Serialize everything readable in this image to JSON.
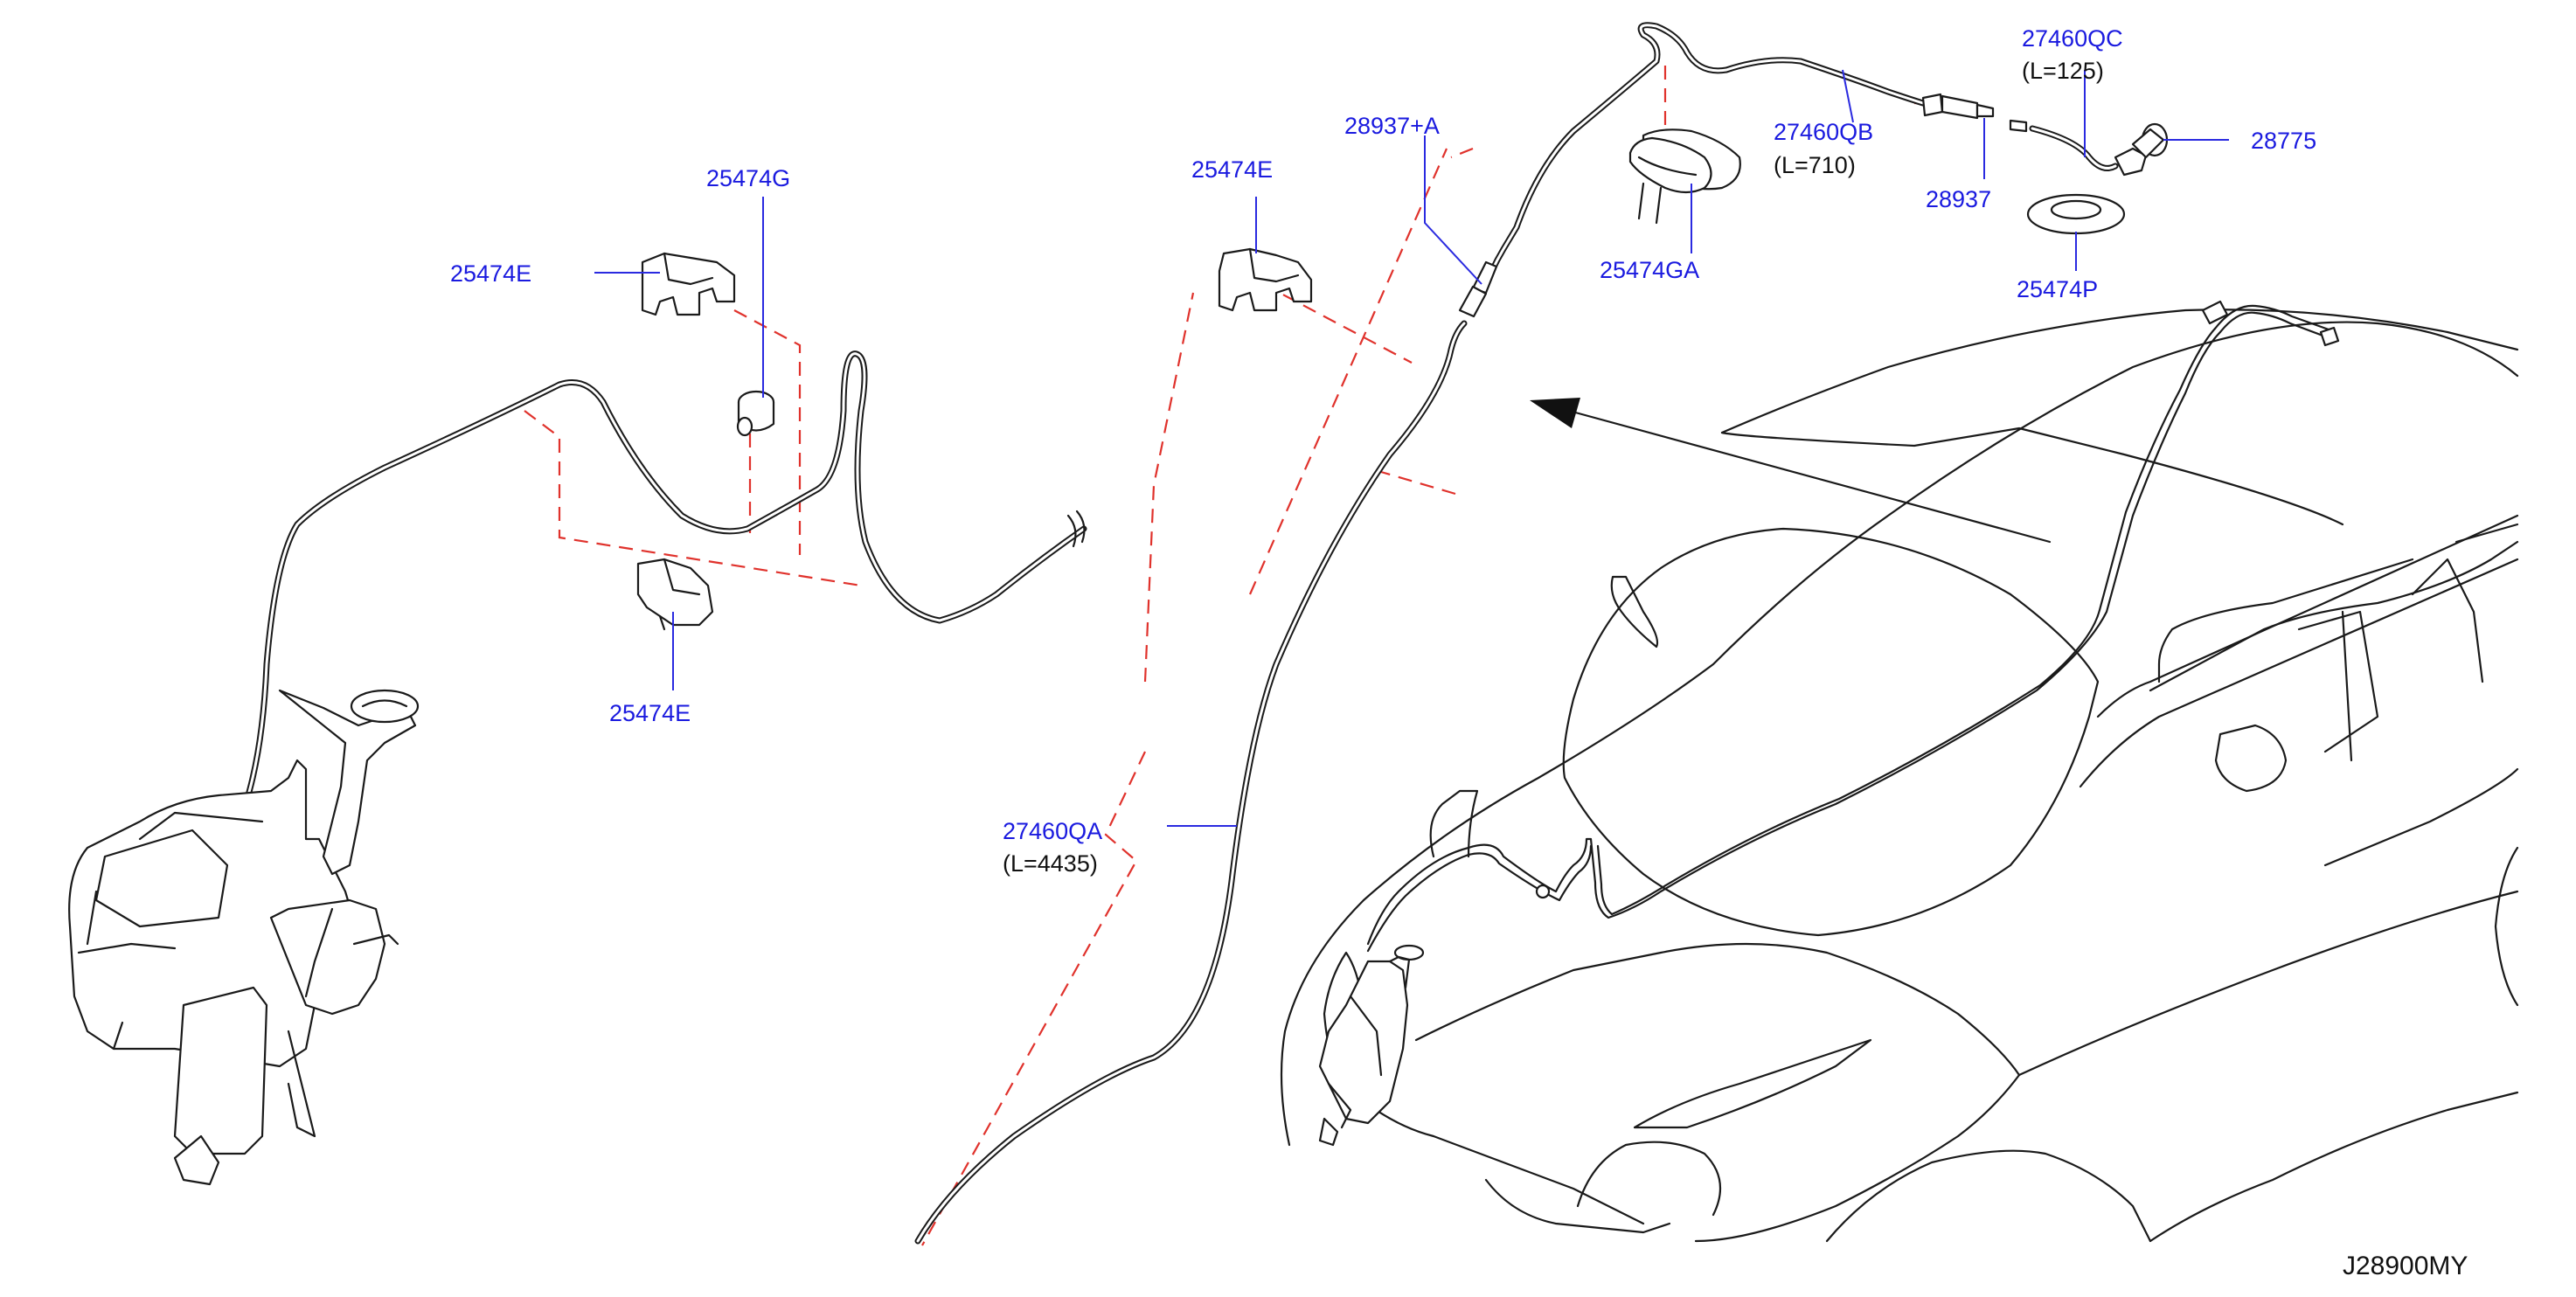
{
  "diagram_code": "J28900MY",
  "labels": {
    "clip_left_top": "25474E",
    "grommet_top": "25474G",
    "clip_left_bottom": "25474E",
    "clip_center": "25474E",
    "joint_a": "28937+A",
    "hose_a_part": "27460QA",
    "hose_a_length": "(L=4435)",
    "hose_b_part": "27460QB",
    "hose_b_length": "(L=710)",
    "hose_c_part": "27460QC",
    "hose_c_length": "(L=125)",
    "joint": "28937",
    "nozzle": "28775",
    "grommet_ga": "25474GA",
    "grommet_p": "25474P"
  },
  "colors": {
    "label": "#1a1adf",
    "line": "#1a1a1a",
    "dashed_guide": "#e0322c",
    "background": "#ffffff"
  }
}
